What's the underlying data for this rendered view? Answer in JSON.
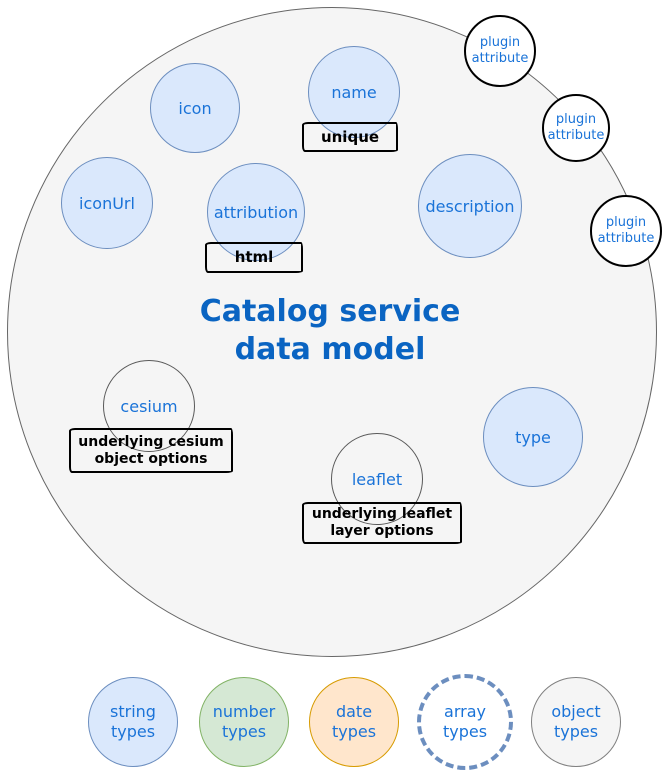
{
  "diagram": {
    "title": "Catalog service\ndata model",
    "nodes": [
      {
        "id": "icon",
        "label": "icon",
        "legend_type": "string types"
      },
      {
        "id": "name",
        "label": "name",
        "legend_type": "string types"
      },
      {
        "id": "iconUrl",
        "label": "iconUrl",
        "legend_type": "string types"
      },
      {
        "id": "attribution",
        "label": "attribution",
        "legend_type": "string types"
      },
      {
        "id": "description",
        "label": "description",
        "legend_type": "string types"
      },
      {
        "id": "type",
        "label": "type",
        "legend_type": "string types"
      },
      {
        "id": "cesium",
        "label": "cesium",
        "legend_type": "object types"
      },
      {
        "id": "leaflet",
        "label": "leaflet",
        "legend_type": "object types"
      }
    ],
    "plugin_attributes": [
      {
        "label": "plugin\nattribute"
      },
      {
        "label": "plugin\nattribute"
      },
      {
        "label": "plugin\nattribute"
      }
    ],
    "annotations": [
      {
        "target": "name",
        "text": "unique"
      },
      {
        "target": "attribution",
        "text": "html"
      },
      {
        "target": "cesium",
        "text": "underlying cesium\nobject options"
      },
      {
        "target": "leaflet",
        "text": "underlying leaflet\nlayer options"
      }
    ]
  },
  "legend": {
    "items": [
      {
        "label": "string\ntypes",
        "fill": "#dae8fc",
        "stroke": "#6c8ebf",
        "stroke_style": "solid"
      },
      {
        "label": "number\ntypes",
        "fill": "#d5e8d4",
        "stroke": "#82b366",
        "stroke_style": "solid"
      },
      {
        "label": "date\ntypes",
        "fill": "#ffe6cc",
        "stroke": "#d79b00",
        "stroke_style": "solid"
      },
      {
        "label": "array\ntypes",
        "fill": "#ffffff",
        "stroke": "#6c8ebf",
        "stroke_style": "dashed"
      },
      {
        "label": "object\ntypes",
        "fill": "#f5f5f5",
        "stroke": "#808080",
        "stroke_style": "solid"
      }
    ]
  },
  "colors": {
    "canvas_background": "#ffffff",
    "boundary_fill": "#f5f5f5",
    "boundary_stroke": "#666666",
    "node_label_text": "#1a73d8",
    "title_text": "#0a64c2",
    "annotation_text": "#000000",
    "annotation_border": "#000000",
    "plugin_fill": "#ffffff",
    "plugin_stroke": "#000000"
  }
}
